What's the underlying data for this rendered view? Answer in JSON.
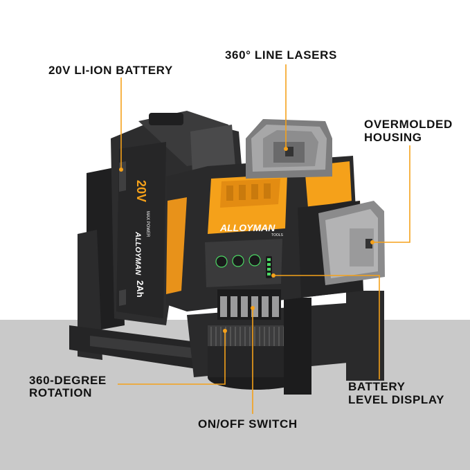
{
  "callouts": {
    "battery": "20V LI-ION BATTERY",
    "lasers": "360° LINE LASERS",
    "housing_line1": "OVERMOLDED",
    "housing_line2": "HOUSING",
    "rotation_line1": "360-DEGREE",
    "rotation_line2": "ROTATION",
    "battery_display_line1": "BATTERY",
    "battery_display_line2": "LEVEL DISPLAY",
    "switch": "ON/OFF SWITCH"
  },
  "product": {
    "brand_logo": "ALLOYMAN",
    "brand_sub": "TOOLS",
    "battery_voltage": "20V",
    "battery_series": "MAX POWER",
    "battery_capacity": "2Ah"
  },
  "colors": {
    "accent_orange": "#f5a11a",
    "leader_line": "#f5a11a",
    "housing_dark": "#2a2a2b",
    "background_floor": "#c9c9c9"
  }
}
